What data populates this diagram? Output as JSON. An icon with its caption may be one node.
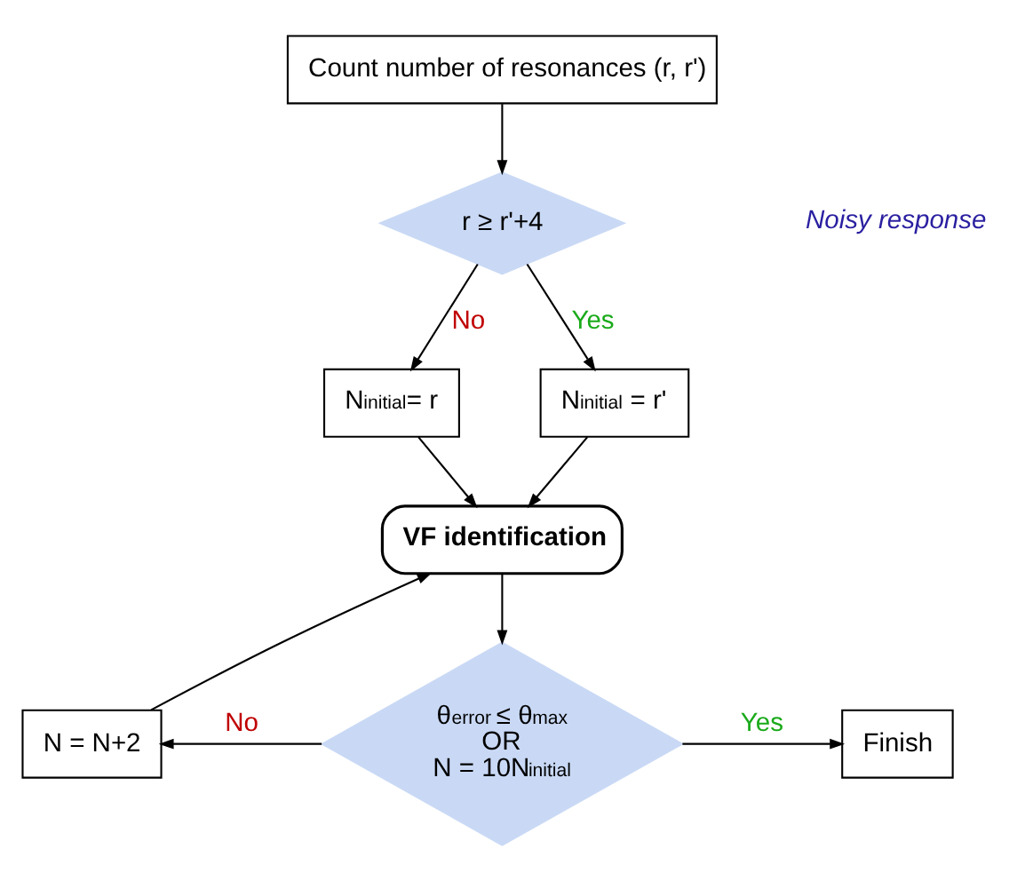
{
  "diagram": {
    "nodes": [
      {
        "text": [
          "Count number of resonances (r, r')"
        ]
      },
      {
        "text": [
          "r ≥ r'+4"
        ]
      },
      {
        "text": [
          "N$_{initial}$= r"
        ]
      },
      {
        "text": [
          "N$_{initial}$ = r'"
        ]
      },
      {
        "text": [
          "VF identification"
        ]
      },
      {
        "text": [
          "θ$_{error}$ ≤ θ$_{max}$",
          "OR",
          "N = 10N$_{initial}$"
        ]
      },
      {
        "text": [
          "N = N+2"
        ]
      },
      {
        "text": [
          "Finish"
        ]
      }
    ],
    "edges": [
      {
        "from": 0,
        "to": 1,
        "arrow": "to"
      },
      {
        "from": 1,
        "to": 2,
        "arrow": "to",
        "label": "No"
      },
      {
        "from": 1,
        "to": 3,
        "arrow": "to",
        "label": "Yes"
      },
      {
        "from": 2,
        "to": 4,
        "arrow": "to"
      },
      {
        "from": 3,
        "to": 4,
        "arrow": "to"
      },
      {
        "from": 4,
        "to": 5,
        "arrow": "to"
      },
      {
        "from": 5,
        "to": 6,
        "arrow": "to",
        "label": "No"
      },
      {
        "from": 6,
        "to": 4,
        "arrow": "to"
      },
      {
        "from": 5,
        "to": 7,
        "arrow": "to",
        "label": "Yes"
      }
    ],
    "labels": [
      "Noisy response"
    ]
  }
}
